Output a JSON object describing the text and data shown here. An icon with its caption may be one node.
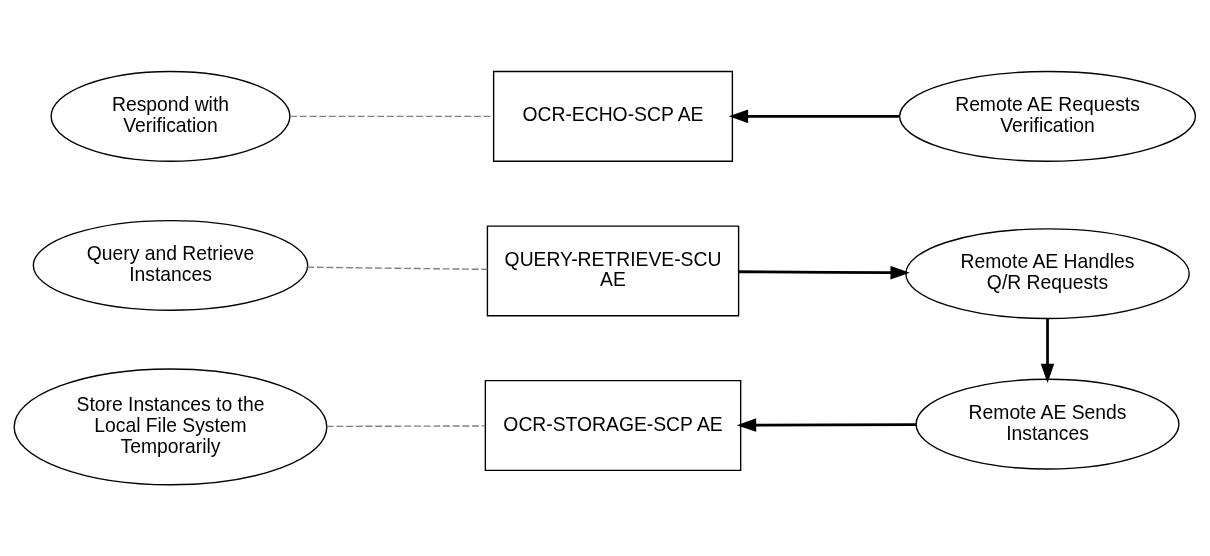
{
  "diagram": {
    "nodes": [
      {
        "text": [
          "Query and Retrieve Instances"
        ]
      },
      {
        "text": [
          "QUERY-RETRIEVE-SCU AE"
        ]
      },
      {
        "text": [
          "Remote AE Handles Q/R Requests"
        ]
      },
      {
        "text": [
          "Store Instances to the Local File System Temporarily"
        ]
      },
      {
        "text": [
          "OCR-STORAGE-SCP AE"
        ]
      },
      {
        "text": [
          "Remote AE Sends Instances"
        ]
      },
      {
        "text": [
          "Respond with Verification"
        ]
      },
      {
        "text": [
          "OCR-ECHO-SCP AE"
        ]
      },
      {
        "text": [
          "Remote AE Requests Verification"
        ]
      }
    ],
    "edges": [
      {
        "from": 0,
        "to": 1,
        "arrow": "none",
        "style": "dashed",
        "color": "#808080"
      },
      {
        "from": 1,
        "to": 2,
        "arrow": "to"
      },
      {
        "from": 2,
        "to": 5,
        "arrow": "to"
      },
      {
        "from": 5,
        "to": 4,
        "arrow": "to"
      },
      {
        "from": 3,
        "to": 4,
        "arrow": "none",
        "style": "dashed",
        "color": "#808080"
      },
      {
        "from": 8,
        "to": 7,
        "arrow": "to"
      },
      {
        "from": 6,
        "to": 7,
        "arrow": "none",
        "style": "dashed",
        "color": "#808080"
      }
    ]
  }
}
